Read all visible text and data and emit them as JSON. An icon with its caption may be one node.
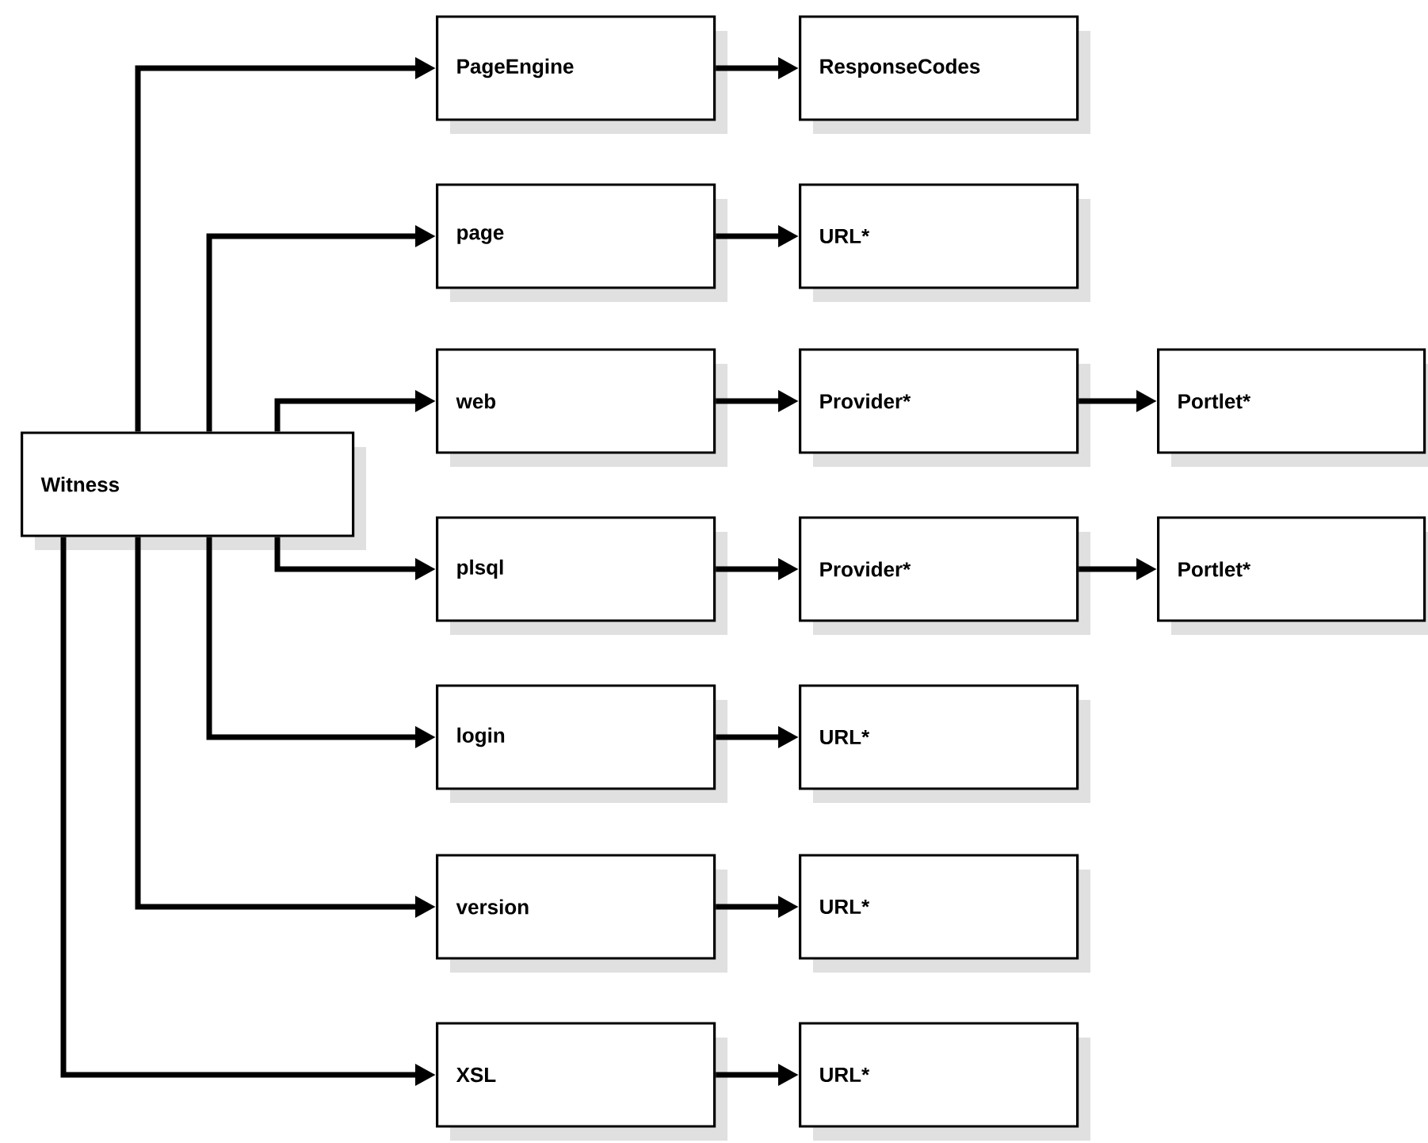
{
  "diagram": {
    "nodes": [
      {
        "text": [
          "Witness"
        ]
      },
      {
        "text": [
          "PageEngine"
        ]
      },
      {
        "text": [
          "ResponseCodes"
        ]
      },
      {
        "text": [
          "page"
        ]
      },
      {
        "text": [
          "URL*"
        ]
      },
      {
        "text": [
          "web"
        ]
      },
      {
        "text": [
          "Provider*"
        ]
      },
      {
        "text": [
          "Portlet*"
        ]
      },
      {
        "text": [
          "plsql"
        ]
      },
      {
        "text": [
          "Provider*"
        ]
      },
      {
        "text": [
          "Portlet*"
        ]
      },
      {
        "text": [
          "login"
        ]
      },
      {
        "text": [
          "URL*"
        ]
      },
      {
        "text": [
          "version"
        ]
      },
      {
        "text": [
          "URL*"
        ]
      },
      {
        "text": [
          "XSL"
        ]
      },
      {
        "text": [
          "URL*"
        ]
      }
    ],
    "edges": [
      {
        "from": 0,
        "to": 1,
        "arrow": "to"
      },
      {
        "from": 1,
        "to": 2,
        "arrow": "to"
      },
      {
        "from": 0,
        "to": 3,
        "arrow": "to"
      },
      {
        "from": 3,
        "to": 4,
        "arrow": "to"
      },
      {
        "from": 0,
        "to": 5,
        "arrow": "to"
      },
      {
        "from": 5,
        "to": 6,
        "arrow": "to"
      },
      {
        "from": 6,
        "to": 7,
        "arrow": "to"
      },
      {
        "from": 0,
        "to": 8,
        "arrow": "to"
      },
      {
        "from": 8,
        "to": 9,
        "arrow": "to"
      },
      {
        "from": 9,
        "to": 10,
        "arrow": "to"
      },
      {
        "from": 0,
        "to": 11,
        "arrow": "to"
      },
      {
        "from": 11,
        "to": 12,
        "arrow": "to"
      },
      {
        "from": 0,
        "to": 13,
        "arrow": "to"
      },
      {
        "from": 13,
        "to": 14,
        "arrow": "to"
      },
      {
        "from": 0,
        "to": 15,
        "arrow": "to"
      },
      {
        "from": 15,
        "to": 16,
        "arrow": "to"
      }
    ]
  }
}
